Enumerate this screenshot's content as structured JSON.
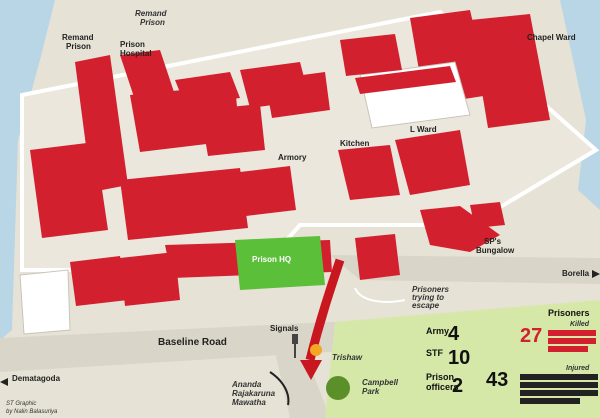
{
  "labels": {
    "remand_prison": [
      "Remand",
      "Prison"
    ],
    "remand_prison_italic": [
      "Remand",
      "Prison"
    ],
    "prison_hospital": [
      "Prison",
      "Hospital"
    ],
    "chapel_ward": "Chapel Ward",
    "l_ward": "L Ward",
    "armory": "Armory",
    "kitchen": "Kitchen",
    "prison_hq": "Prison HQ",
    "sps_bungalow": [
      "SP's",
      "Bungalow"
    ],
    "borella": "Borella",
    "dematagoda": "Dematagoda",
    "baseline_road": "Baseline Road",
    "signals": "Signals",
    "trishaw": "Trishaw",
    "campbell_park": [
      "Campbell",
      "Park"
    ],
    "ananda_road": [
      "Ananda",
      "Rajakaruna",
      "Mawatha"
    ],
    "prisoners_escape": [
      "Prisoners",
      "trying to",
      "escape"
    ]
  },
  "stats": {
    "army": {
      "label": "Army",
      "value": "4"
    },
    "stf": {
      "label": "STF",
      "value": "10"
    },
    "officers": {
      "label": [
        "Prison",
        "officers"
      ],
      "value": "2"
    },
    "prisoners_title": "Prisoners",
    "killed": {
      "label": "Killed",
      "value": "27"
    },
    "injured": {
      "label": "Injured",
      "value": "43"
    }
  },
  "credit": [
    "ST Graphic",
    "by Nalin Balasuriya"
  ],
  "colors": {
    "roof_red": "#d3202e",
    "prison_hq_green": "#5bbf3a",
    "ground": "#e9e4d6",
    "road": "#d6d2c6",
    "water": "#b9d6e6",
    "grass": "#d6e8a8",
    "killed_red": "#d3202e",
    "arrow_red": "#c8171f"
  }
}
